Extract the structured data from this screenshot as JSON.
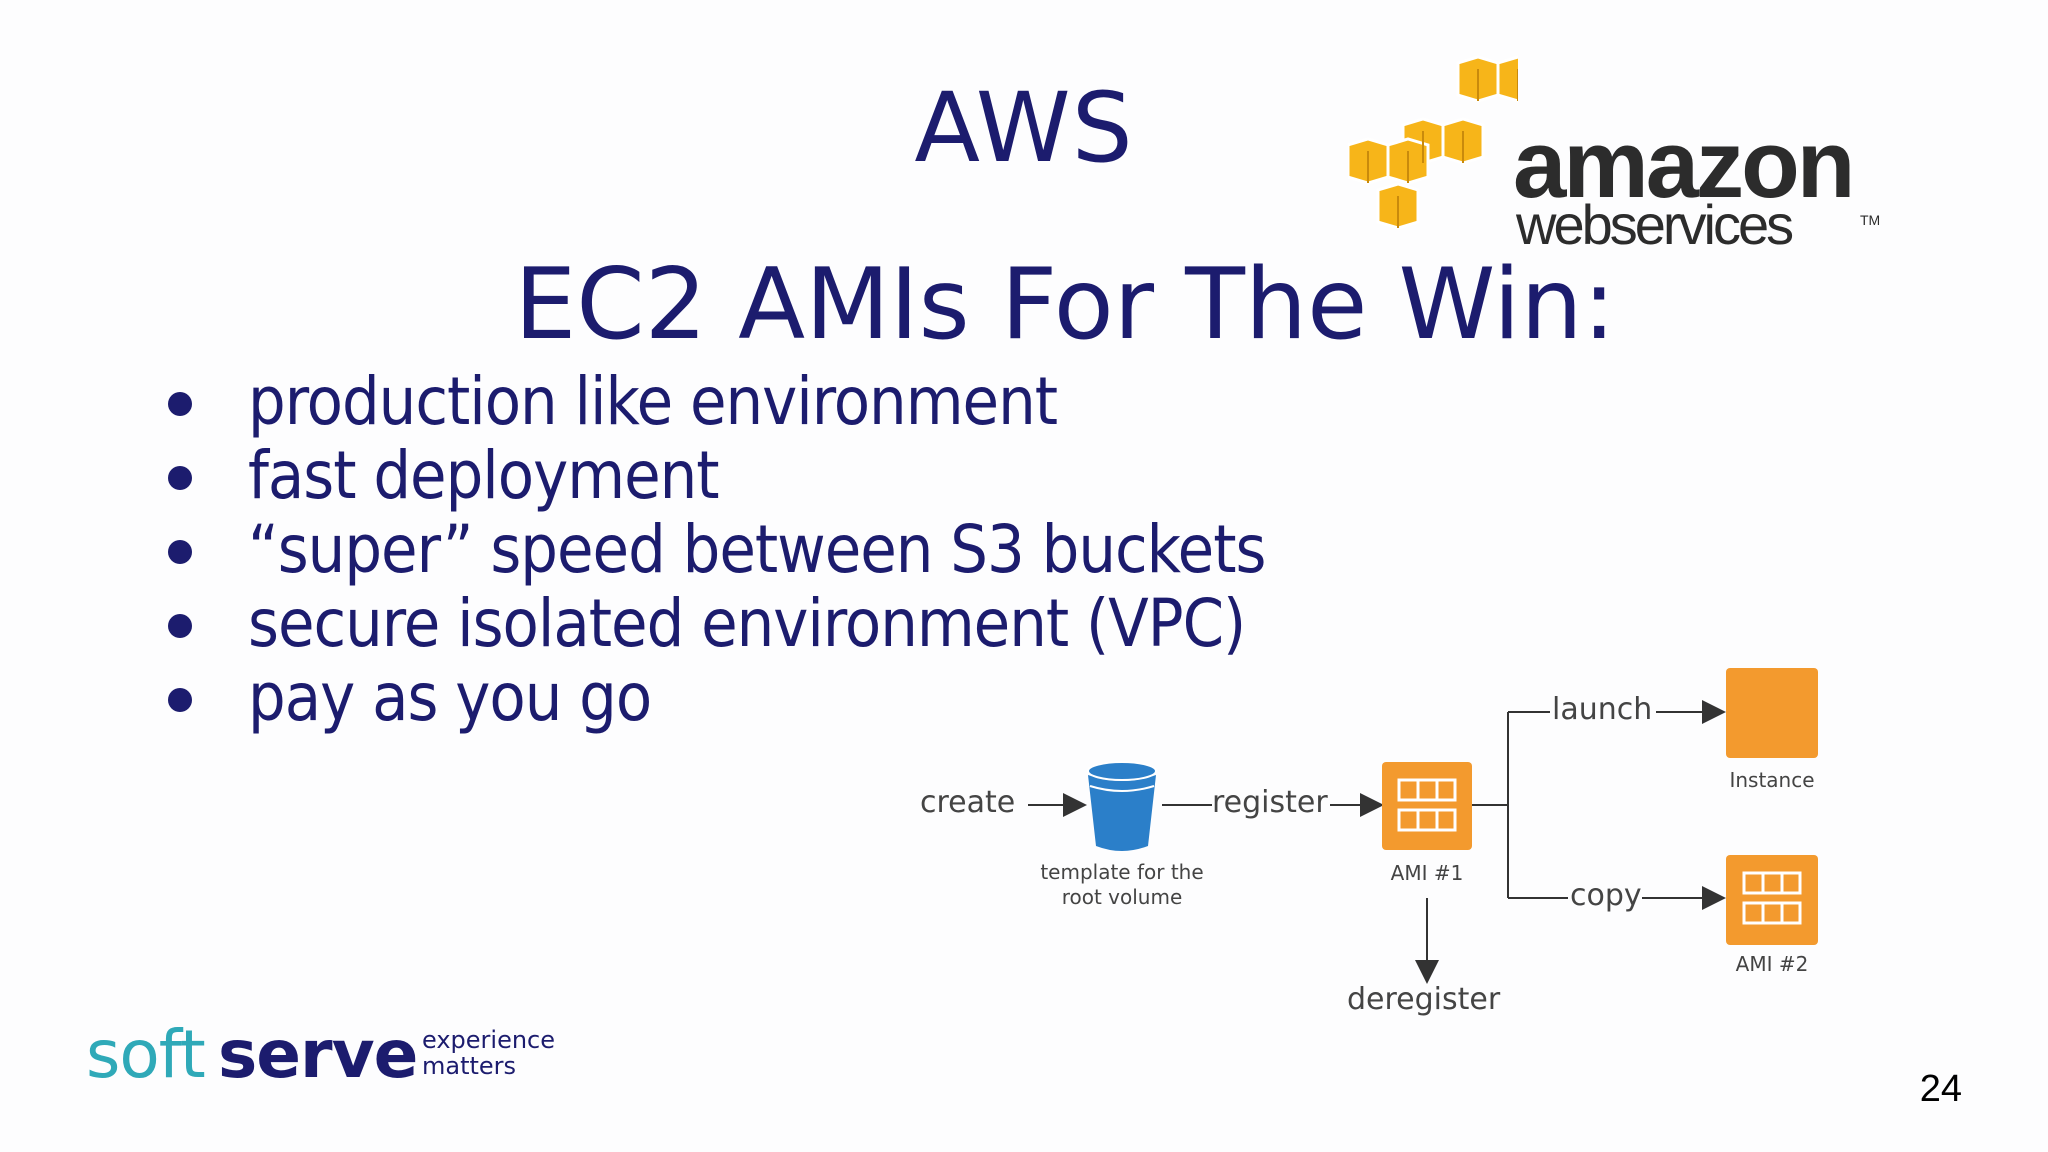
{
  "slide": {
    "title": "AWS",
    "subtitle": "EC2 AMIs For The Win:",
    "bullets": [
      "production like environment",
      "fast deployment",
      "“super” speed between S3 buckets",
      "secure isolated environment (VPC)",
      "pay as you go"
    ],
    "page_number": "24"
  },
  "aws_logo": {
    "word_amazon": "amazon",
    "word_web_services": "webservices",
    "trademark": "TM",
    "cube_color": "#f7b519"
  },
  "diagram": {
    "labels": {
      "create": "create",
      "register": "register",
      "launch": "launch",
      "copy": "copy",
      "deregister": "deregister",
      "template_line1": "template for the",
      "template_line2": "root volume",
      "ami1": "AMI #1",
      "instance": "Instance",
      "ami2": "AMI #2"
    },
    "colors": {
      "bucket": "#2b7fc9",
      "ami": "#f39a2e",
      "arrow": "#333333"
    }
  },
  "footer": {
    "brand_soft": "soft",
    "brand_serve": "serve",
    "tagline_line1": "experience",
    "tagline_line2": "matters"
  }
}
